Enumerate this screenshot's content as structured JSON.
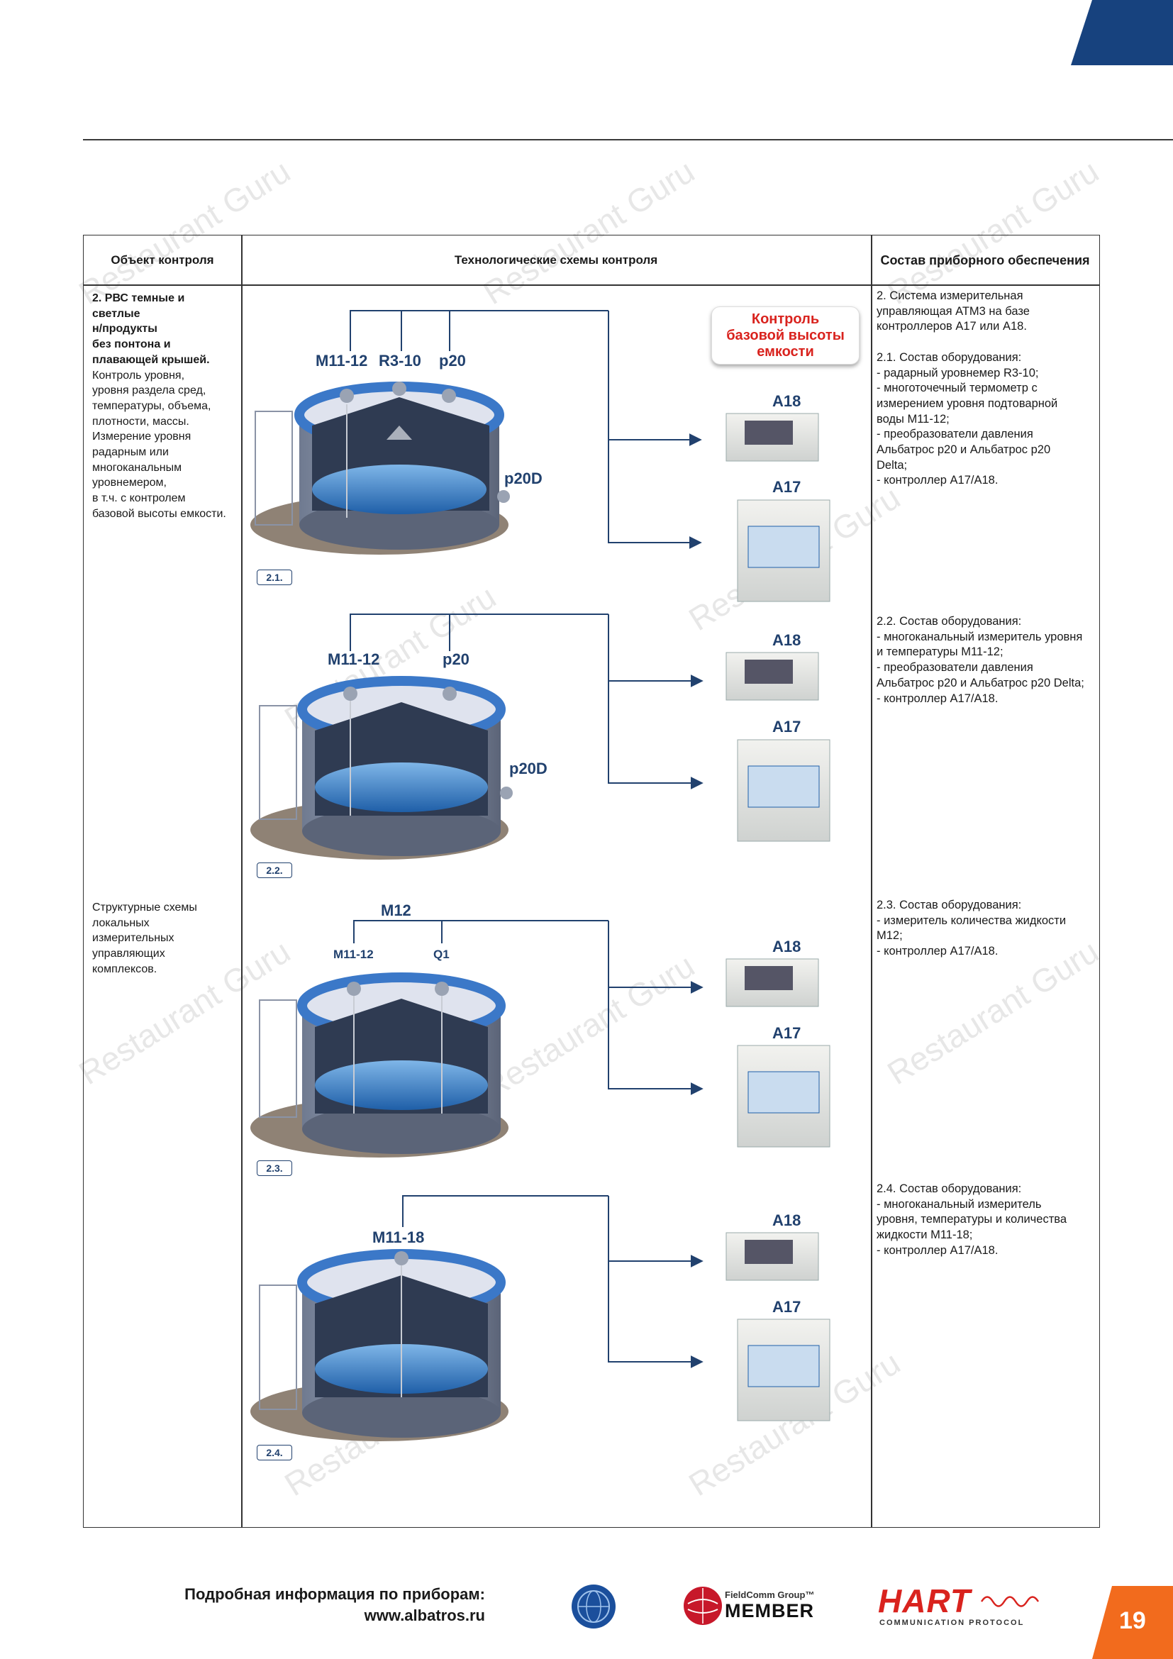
{
  "watermark": "Restaurant Guru",
  "headers": {
    "col1": "Объект контроля",
    "col2": "Технологические схемы контроля",
    "col3": "Состав приборного обеспечения"
  },
  "left": {
    "title_lines": [
      "2. РВС темные и",
      "светлые",
      "н/продукты",
      "без понтона и",
      "плавающей крышей."
    ],
    "desc_lines": [
      "Контроль уровня,",
      "уровня раздела сред,",
      "температуры, объема,",
      "плотности, массы.",
      "Измерение уровня",
      "радарным или",
      "многоканальным",
      "уровнемером,",
      "в т.ч. с контролем",
      "базовой высоты емкости."
    ],
    "struct_lines": [
      "Структурные схемы",
      "локальных",
      "измерительных",
      "управляющих",
      "комплексов."
    ]
  },
  "right": {
    "b1": "2. Система измерительная\nуправляющая АТМ3 на базе\nконтроллеров А17 или А18.\n\n2.1. Состав оборудования:\n- радарный уровнемер R3-10;\n- многоточечный термометр с\nизмерением уровня подтоварной\nводы М11-12;\n- преобразователи давления\nАльбатрос р20 и Альбатрос р20\nDelta;\n- контроллер А17/А18.",
    "b2": "2.2. Состав оборудования:\n- многоканальный измеритель уровня\nи температуры М11-12;\n- преобразователи давления\nАльбатрос р20 и Альбатрос р20 Delta;\n- контроллер А17/А18.",
    "b3": "2.3. Состав оборудования:\n- измеритель количества жидкости\nМ12;\n- контроллер А17/А18.",
    "b4": "2.4. Состав оборудования:\n- многоканальный измеритель\nуровня, температуры и количества\nжидкости М11-18;\n- контроллер А17/А18."
  },
  "callout": "Контроль\nбазовой высоты\nемкости",
  "schemes": [
    {
      "tag": "2.1.",
      "sensors": [
        "M11-12",
        "R3-10",
        "p20"
      ],
      "side": "p20D",
      "a18": "A18",
      "a17": "A17"
    },
    {
      "tag": "2.2.",
      "sensors": [
        "M11-12",
        "p20"
      ],
      "side": "p20D",
      "a18": "A18",
      "a17": "A17"
    },
    {
      "tag": "2.3.",
      "top": "M12",
      "sensors": [
        "M11-12",
        "Q1"
      ],
      "a18": "A18",
      "a17": "A17"
    },
    {
      "tag": "2.4.",
      "sensors": [
        "M11-18"
      ],
      "a18": "A18",
      "a17": "A17"
    }
  ],
  "footer": {
    "info": "Подробная информация по приборам:",
    "url": "www.albatros.ru",
    "fieldcomm": "FieldComm Group™",
    "member": "MEMBER",
    "hart": "HART",
    "hart_sub": "COMMUNICATION PROTOCOL",
    "page": "19"
  },
  "colors": {
    "brand_blue": "#17427e",
    "orange": "#f26b1d",
    "line": "#21416e",
    "red": "#d9231e"
  }
}
